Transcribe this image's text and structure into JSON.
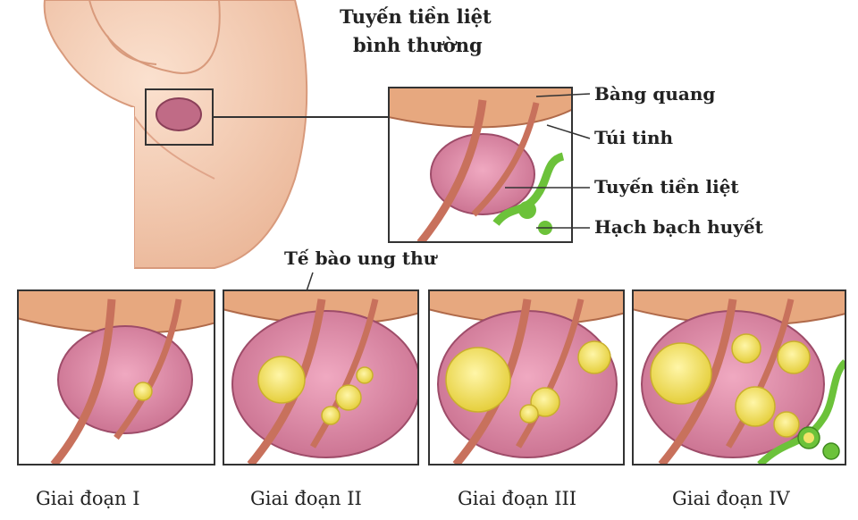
{
  "title_line1": "Tuyến tiền liệt",
  "title_line2": "bình thường",
  "labels": {
    "bladder": "Bàng quang",
    "seminal_vesicle": "Túi tinh",
    "prostate": "Tuyến tiền liệt",
    "lymph_node": "Hạch bạch huyết",
    "cancer_cells": "Tế bào ung thư"
  },
  "stages": [
    {
      "caption": "Giai đoạn I"
    },
    {
      "caption": "Giai đoạn II"
    },
    {
      "caption": "Giai đoạn III"
    },
    {
      "caption": "Giai đoạn IV"
    }
  ],
  "colors": {
    "skin": "#f3ccb2",
    "prostate": "#d98aa5",
    "tumor": "#f2e36a",
    "lymph": "#6cc23a",
    "vessel": "#c8715c",
    "frame": "#333333"
  }
}
